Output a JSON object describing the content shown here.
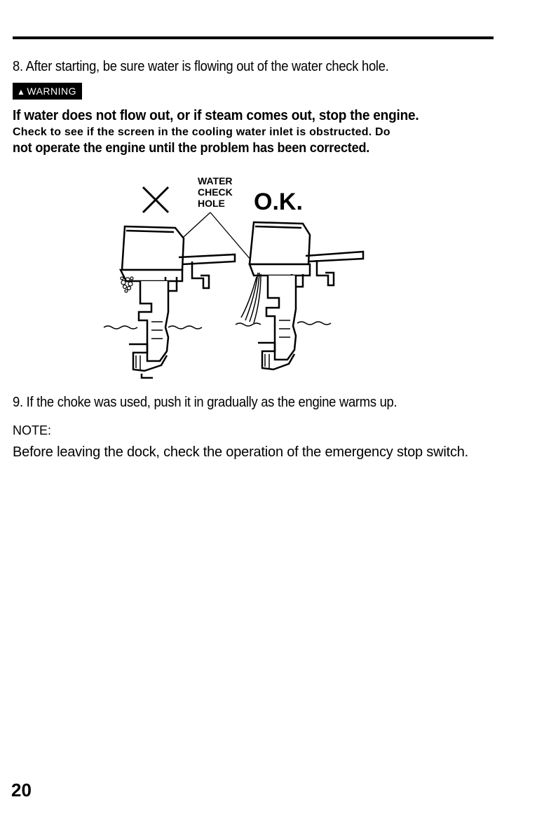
{
  "step8": "8. After starting, be sure water is flowing out of the water check hole.",
  "warning_badge": {
    "icon": "warning-triangle-icon",
    "label": "WARNING"
  },
  "warning_lines": [
    "If water does not flow out, or if steam comes out, stop the engine.",
    "Check to see if the screen in the cooling water inlet is obstructed. Do",
    "not operate the engine until the problem has been corrected."
  ],
  "figure": {
    "callout_lines": [
      "WATER",
      "CHECK",
      "HOLE"
    ],
    "ok_label": "O.K."
  },
  "step9": "9. If the choke was used, push it in gradually as the engine warms up.",
  "note_label": "NOTE:",
  "note_text": "Before leaving the dock, check the operation of the emergency stop switch.",
  "page_number": "20"
}
